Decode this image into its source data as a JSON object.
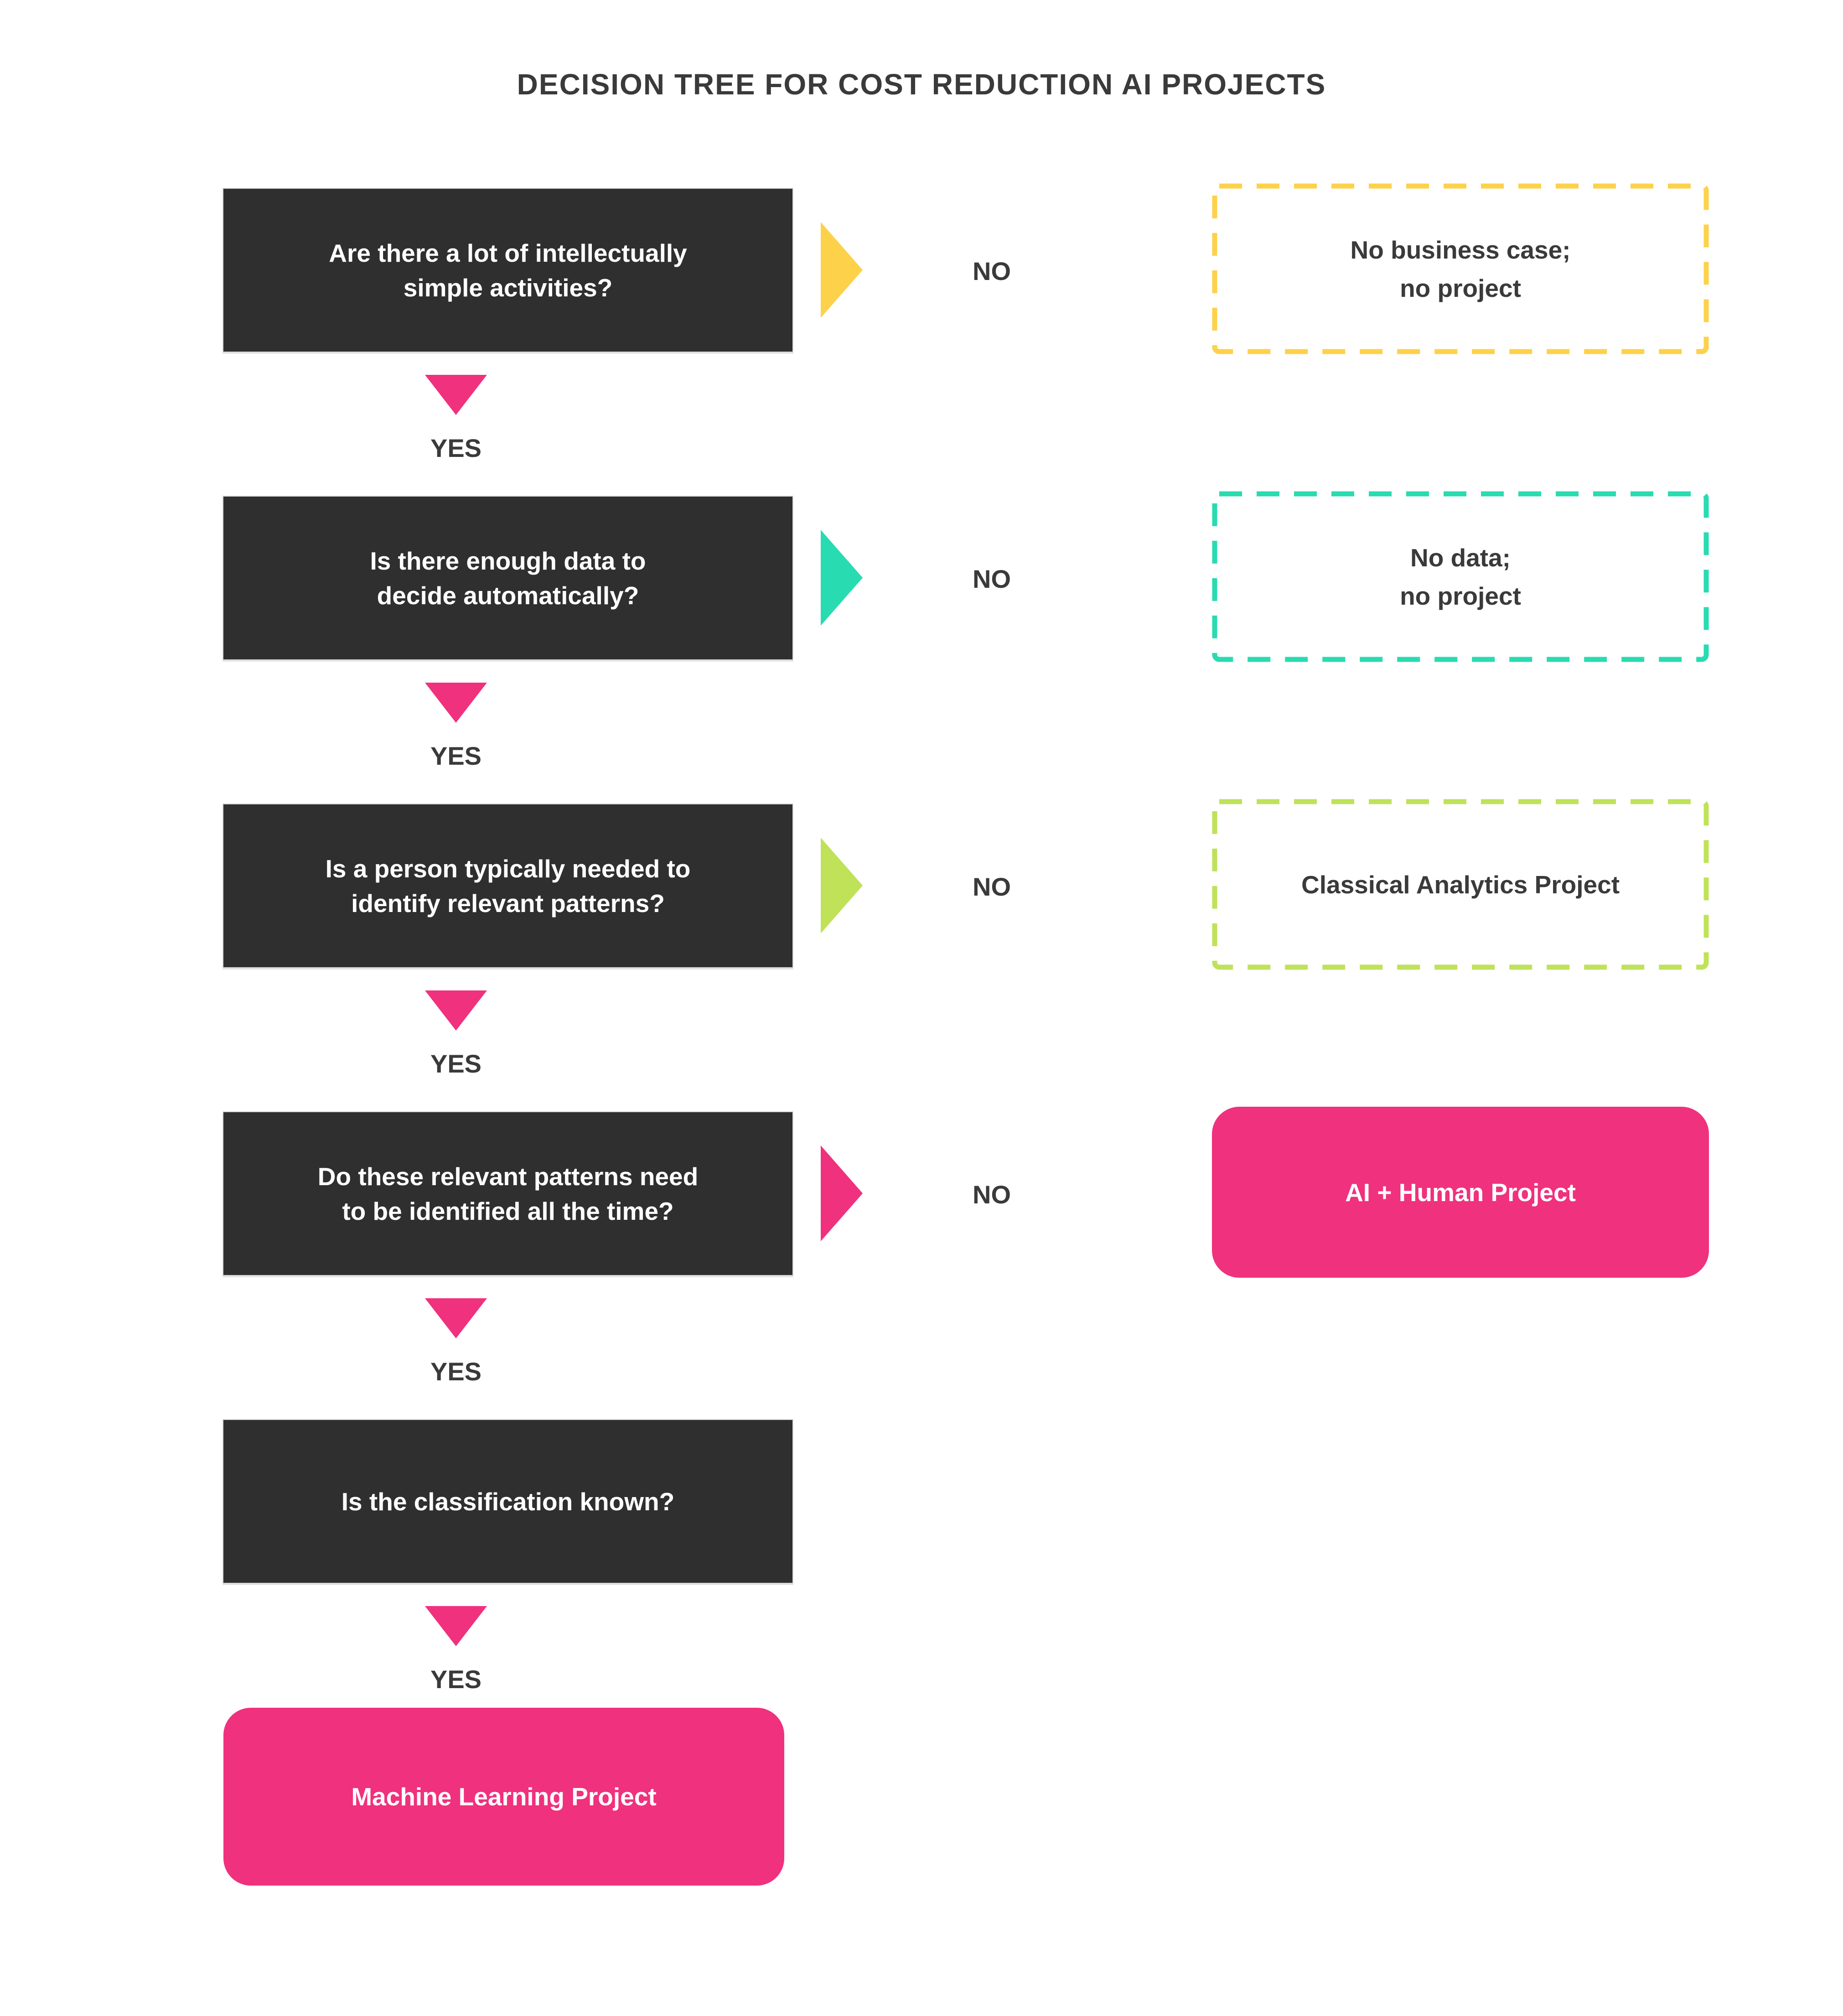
{
  "title": "DECISION TREE FOR COST REDUCTION AI PROJECTS",
  "colors": {
    "question_box_fill": "#2F2F2F",
    "pink": "#F0317D",
    "yellow": "#FDD14A",
    "teal": "#29DBB1",
    "lime": "#BFE259",
    "label_text": "#3A3A3A",
    "question_text": "#FFFFFF",
    "background": "#FFFFFF"
  },
  "rows": [
    {
      "question_lines": [
        "Are there a lot of intellectually",
        "simple activities?"
      ],
      "no_label": "NO",
      "yes_label": "YES",
      "branch_color": "#FDD14A",
      "outcome": {
        "lines": [
          "No business case;",
          "no project"
        ],
        "style": "dashed",
        "border_color": "#FDD14A"
      }
    },
    {
      "question_lines": [
        "Is there enough data to",
        "decide automatically?"
      ],
      "no_label": "NO",
      "yes_label": "YES",
      "branch_color": "#29DBB1",
      "outcome": {
        "lines": [
          "No data;",
          "no project"
        ],
        "style": "dashed",
        "border_color": "#29DBB1"
      }
    },
    {
      "question_lines": [
        "Is a person typically needed to",
        "identify relevant patterns?"
      ],
      "no_label": "NO",
      "yes_label": "YES",
      "branch_color": "#BFE259",
      "outcome": {
        "lines": [
          "Classical Analytics Project"
        ],
        "style": "dashed",
        "border_color": "#BFE259"
      }
    },
    {
      "question_lines": [
        "Do these relevant patterns need",
        "to be identified all the time?"
      ],
      "no_label": "NO",
      "yes_label": "YES",
      "branch_color": "#F0317D",
      "outcome": {
        "lines": [
          "AI + Human Project"
        ],
        "style": "solid",
        "fill_color": "#F0317D"
      }
    },
    {
      "question_lines": [
        "Is the classification known?"
      ],
      "yes_label": "YES"
    }
  ],
  "final_outcome": {
    "lines": [
      "Machine Learning Project"
    ],
    "style": "solid",
    "fill_color": "#F0317D"
  }
}
